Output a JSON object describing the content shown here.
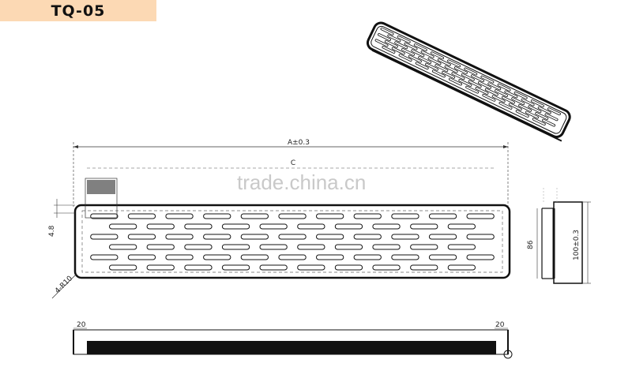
{
  "header": {
    "model": "TQ-05"
  },
  "watermark": "trade.china.cn",
  "dimensions": {
    "overall_length": "A±0.3",
    "inner_length": "C",
    "slot_offset": "4.8",
    "corner_radius": "4-R10",
    "inner_height": "86",
    "outer_height": "100±0.3",
    "end_left": "20",
    "end_right": "20"
  },
  "colors": {
    "header_bg": "#fcd9b4",
    "line": "#111111",
    "watermark": "#c9c9c9"
  },
  "slot_grid": {
    "rows": 6,
    "columns": 11
  }
}
